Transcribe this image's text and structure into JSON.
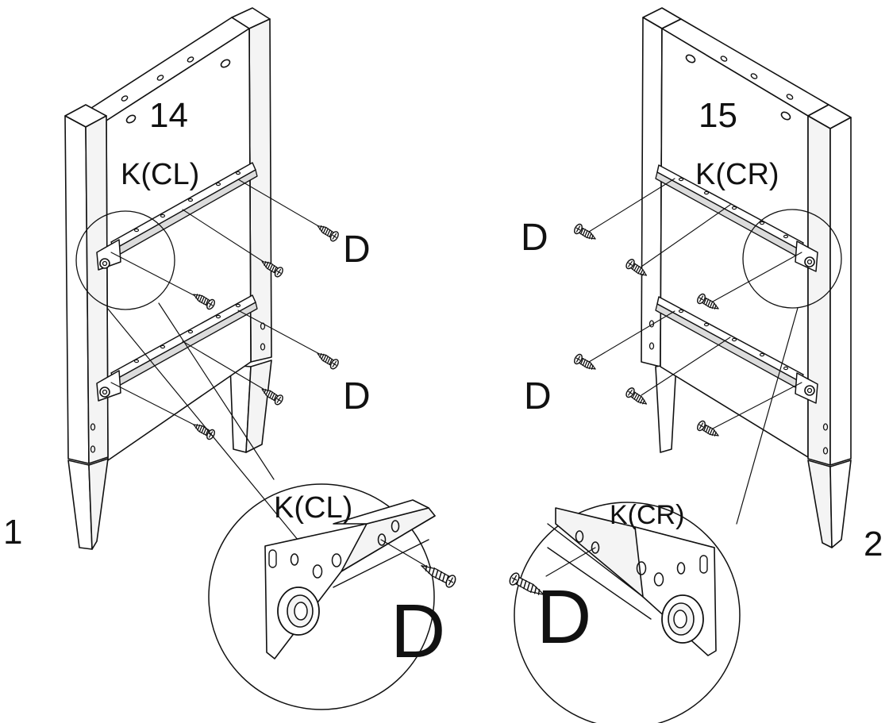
{
  "diagram": {
    "left": {
      "part_number": "14",
      "rail_label": "K(CL)",
      "screw_labels": [
        "D",
        "D"
      ],
      "step_number": "1",
      "zoom": {
        "rail_label": "K(CL)",
        "screw_label": "D"
      }
    },
    "right": {
      "part_number": "15",
      "rail_label": "K(CR)",
      "screw_labels": [
        "D",
        "D"
      ],
      "step_number": "2",
      "zoom": {
        "rail_label": "K(CR)",
        "screw_label": "D"
      }
    }
  }
}
